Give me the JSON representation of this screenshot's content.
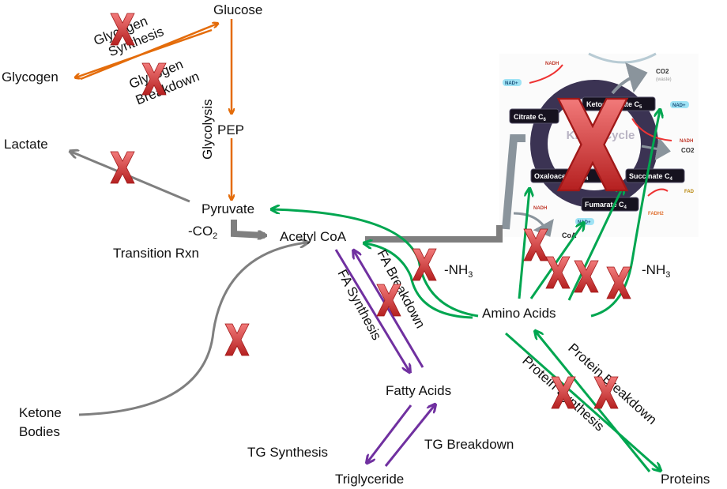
{
  "nodes": {
    "glucose": "Glucose",
    "glycogen": "Glycogen",
    "pep": "PEP",
    "lactate": "Lactate",
    "pyruvate": "Pyruvate",
    "acetyl_coa": "Acetyl CoA",
    "ketone_bodies_1": "Ketone",
    "ketone_bodies_2": "Bodies",
    "fatty_acids": "Fatty Acids",
    "triglyceride": "Triglyceride",
    "amino_acids": "Amino Acids",
    "proteins": "Proteins"
  },
  "process_labels": {
    "glycogen_synthesis_1": "Glycogen",
    "glycogen_synthesis_2": "Synthesis",
    "glycogen_breakdown_1": "Glycogen",
    "glycogen_breakdown_2": "Breakdown",
    "glycolysis": "Glycolysis",
    "co2_loss": "-CO",
    "co2_sub": "2",
    "transition": "Transition Rxn",
    "fa_synthesis": "FA Synthesis",
    "fa_breakdown": "FA Breakdown",
    "tg_synthesis": "TG Synthesis",
    "tg_breakdown": "TG Breakdown",
    "nh3_left": "-NH",
    "nh3_right": "-NH",
    "nh3_sub": "3",
    "protein_synthesis": "Protein Synthesis",
    "protein_breakdown": "Protein Breakdown"
  },
  "krebs": {
    "title": "Krebs Cycle",
    "citrate": "Citrate C",
    "citrate_sub": "6",
    "ketoglutarate": "Ketoglutarate C",
    "ketoglutarate_sub": "5",
    "succinate": "Succinate C",
    "succinate_sub": "4",
    "fumarate": "Fumarate C",
    "fumarate_sub": "4",
    "oxaloacetate": "Oxaloacetate C",
    "oxaloacetate_sub": "4",
    "nadh": "NADH",
    "nad": "NAD+",
    "co2": "CO2",
    "waste": "(waste)",
    "fad": "FAD",
    "fadh2": "FADH2",
    "coa": "CoA"
  },
  "colors": {
    "glucose_pathway": "#e46c0a",
    "gray_arrows": "#7f7f7f",
    "amino_acid_arrows": "#00a650",
    "lipid_arrows": "#7030a0",
    "blocked_x": "#d93a3a",
    "krebs_ring": "#3b3353"
  }
}
